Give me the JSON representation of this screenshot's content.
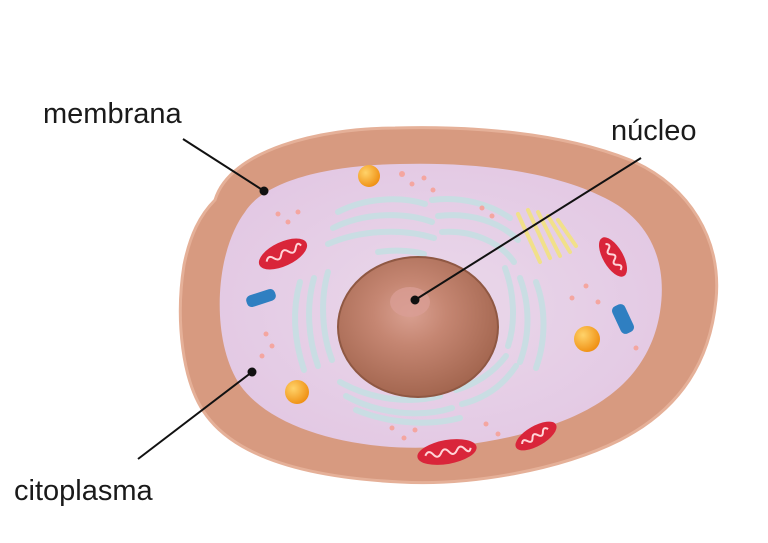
{
  "labels": {
    "membrana": "membrana",
    "nucleo": "núcleo",
    "citoplasma": "citoplasma"
  },
  "colors": {
    "membrane_outer": "#d79a80",
    "membrane_inner": "#e9b497",
    "cytoplasm": "#e7cde6",
    "nucleus": "#b8755c",
    "nucleus_center": "#d6968a",
    "er": "#c8dde3",
    "mitochondria": "#d9253a",
    "golgi": "#f1e08a",
    "vesicle": "#f39a1c",
    "blue_organelle": "#2f7fc1",
    "leader_line": "#111111"
  }
}
